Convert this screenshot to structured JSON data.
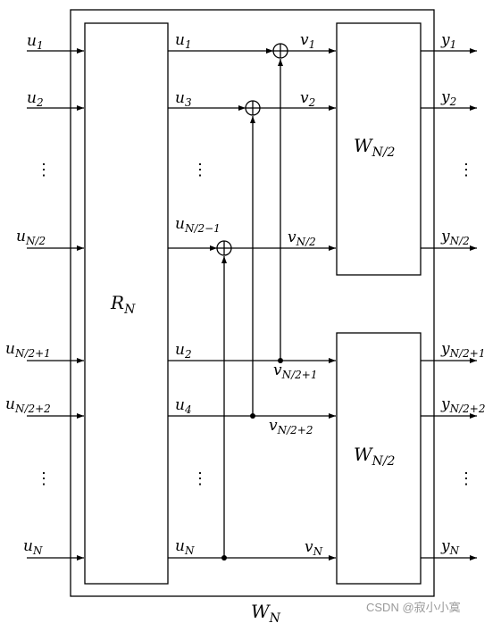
{
  "outer_block": {
    "base": "W",
    "sub": "N"
  },
  "permutation_block": {
    "base": "R",
    "sub": "N"
  },
  "upper_block": {
    "base": "W",
    "sub": "N/2"
  },
  "lower_block": {
    "base": "W",
    "sub": "N/2"
  },
  "inputs": [
    {
      "base": "u",
      "sub": "1"
    },
    {
      "base": "u",
      "sub": "2"
    },
    {
      "base": "u",
      "sub": "N/2"
    },
    {
      "base": "u",
      "sub": "N/2+1"
    },
    {
      "base": "u",
      "sub": "N/2+2"
    },
    {
      "base": "u",
      "sub": "N"
    }
  ],
  "permuted": [
    {
      "base": "u",
      "sub": "1"
    },
    {
      "base": "u",
      "sub": "3"
    },
    {
      "base": "u",
      "sub": "N/2−1"
    },
    {
      "base": "u",
      "sub": "2"
    },
    {
      "base": "u",
      "sub": "4"
    },
    {
      "base": "u",
      "sub": "N"
    }
  ],
  "intermediate": [
    {
      "base": "v",
      "sub": "1"
    },
    {
      "base": "v",
      "sub": "2"
    },
    {
      "base": "v",
      "sub": "N/2"
    },
    {
      "base": "v",
      "sub": "N/2+1"
    },
    {
      "base": "v",
      "sub": "N/2+2"
    },
    {
      "base": "v",
      "sub": "N"
    }
  ],
  "outputs": [
    {
      "base": "y",
      "sub": "1"
    },
    {
      "base": "y",
      "sub": "2"
    },
    {
      "base": "y",
      "sub": "N/2"
    },
    {
      "base": "y",
      "sub": "N/2+1"
    },
    {
      "base": "y",
      "sub": "N/2+2"
    },
    {
      "base": "y",
      "sub": "N"
    }
  ],
  "ellipsis": "⋮",
  "watermark": "CSDN @寂小小寞"
}
